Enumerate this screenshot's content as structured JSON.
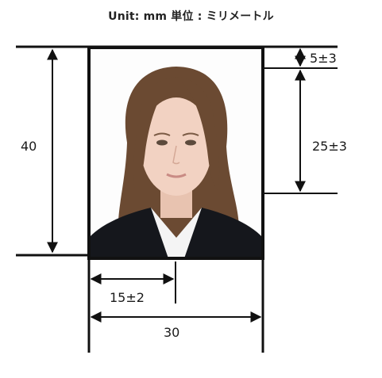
{
  "title": "Unit: mm 単位 : ミリメートル",
  "photo": {
    "background_color": "#fdfdfd",
    "hair_color": "#6b4a32",
    "skin_color": "#f2d2c2",
    "jacket_color": "#15171c",
    "shirt_color": "#f4f4f4"
  },
  "dimensions": {
    "height_total": "40",
    "width_total": "30",
    "top_margin": "5±3",
    "face_height": "25±3",
    "half_width": "15±2"
  },
  "colors": {
    "line": "#111111",
    "text": "#1a1a1a"
  }
}
